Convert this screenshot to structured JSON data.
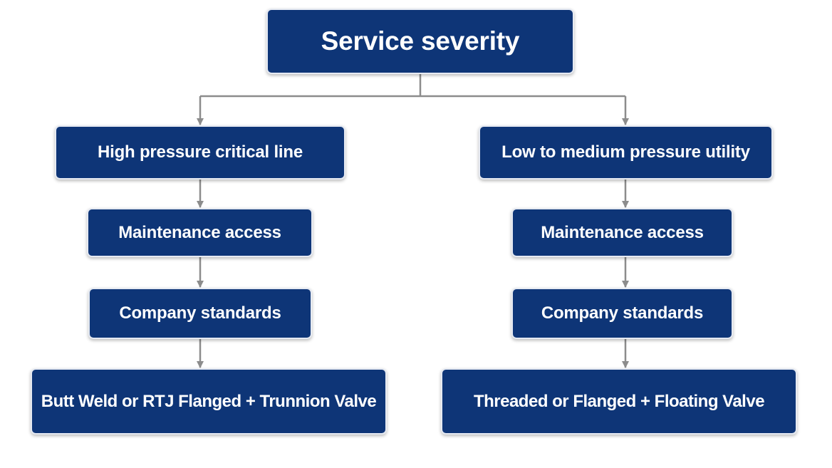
{
  "diagram": {
    "root": {
      "label": "Service severity"
    },
    "branches": [
      {
        "condition": "High pressure critical line",
        "steps": [
          "Maintenance access",
          "Company standards"
        ],
        "outcome": "Butt Weld or RTJ Flanged + Trunnion Valve"
      },
      {
        "condition": "Low to medium pressure utility",
        "steps": [
          "Maintenance access",
          "Company standards"
        ],
        "outcome": "Threaded or Flanged + Floating Valve"
      }
    ],
    "colors": {
      "node_fill": "#0e3577",
      "node_text": "#ffffff",
      "node_border": "#e6eaf2",
      "connector": "#8c8c8c",
      "background": "#ffffff"
    }
  }
}
